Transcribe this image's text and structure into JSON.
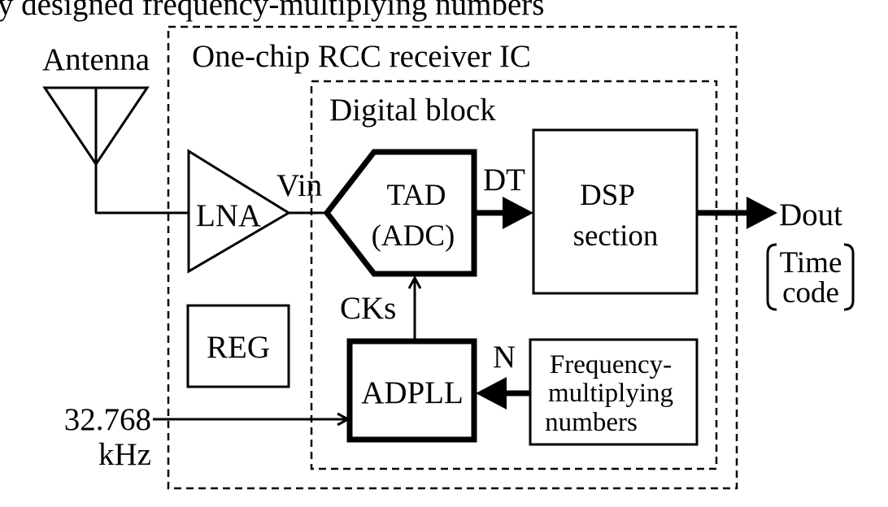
{
  "top_text": "ly designed frequency-multiplying numbers",
  "labels": {
    "antenna": "Antenna",
    "ic_title": "One-chip RCC receiver IC",
    "digital_block": "Digital block",
    "lna": "LNA",
    "vin": "Vin",
    "tad_line1": "TAD",
    "tad_line2": "(ADC)",
    "dt": "DT",
    "dsp_line1": "DSP",
    "dsp_line2": "section",
    "dout": "Dout",
    "time": "Time",
    "code": "code",
    "cks": "CKs",
    "reg": "REG",
    "n": "N",
    "adpll": "ADPLL",
    "freq_line1": "Frequency-",
    "freq_line2": "multiplying",
    "freq_line3": "numbers",
    "clock_line1": "32.768",
    "clock_line2": "kHz"
  }
}
